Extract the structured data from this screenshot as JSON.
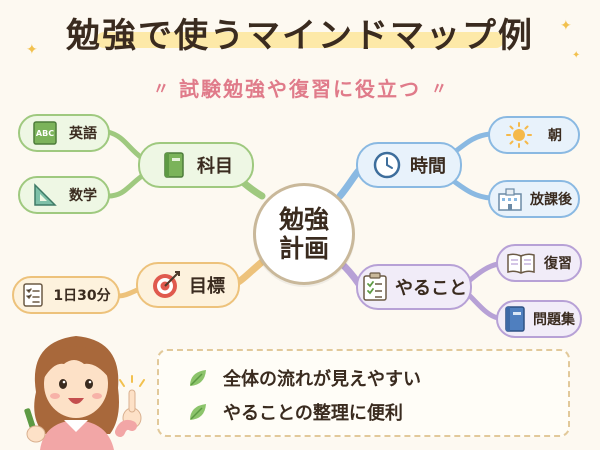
{
  "title": "勉強で使うマインドマップ例",
  "subtitle": "試験勉強や復習に役立つ",
  "center": {
    "line1": "勉強",
    "line2": "計画"
  },
  "branches": {
    "subjects": {
      "label": "科目",
      "icon": "green-book-icon",
      "children": [
        {
          "label": "英語",
          "icon": "abc-book-icon",
          "icon_text": "ABC"
        },
        {
          "label": "数学",
          "icon": "triangle-ruler-icon"
        }
      ]
    },
    "time": {
      "label": "時間",
      "icon": "clock-icon",
      "children": [
        {
          "label": "朝",
          "icon": "sun-icon"
        },
        {
          "label": "放課後",
          "icon": "school-icon"
        }
      ]
    },
    "goal": {
      "label": "目標",
      "icon": "target-icon",
      "children": [
        {
          "label": "1日30分",
          "icon": "checklist-icon"
        }
      ]
    },
    "todo": {
      "label": "やること",
      "icon": "clipboard-icon",
      "children": [
        {
          "label": "復習",
          "icon": "open-book-icon"
        },
        {
          "label": "問題集",
          "icon": "workbook-icon"
        }
      ]
    }
  },
  "notes": [
    {
      "text": "全体の流れが見えやすい",
      "icon": "leaf-icon"
    },
    {
      "text": "やることの整理に便利",
      "icon": "leaf-icon"
    }
  ],
  "colors": {
    "green": "#9fc97f",
    "blue": "#8ab9e2",
    "orange": "#edc27b",
    "purple": "#b7a1d6",
    "subtitle": "#e07b8a",
    "highlight": "#fde9a8"
  }
}
